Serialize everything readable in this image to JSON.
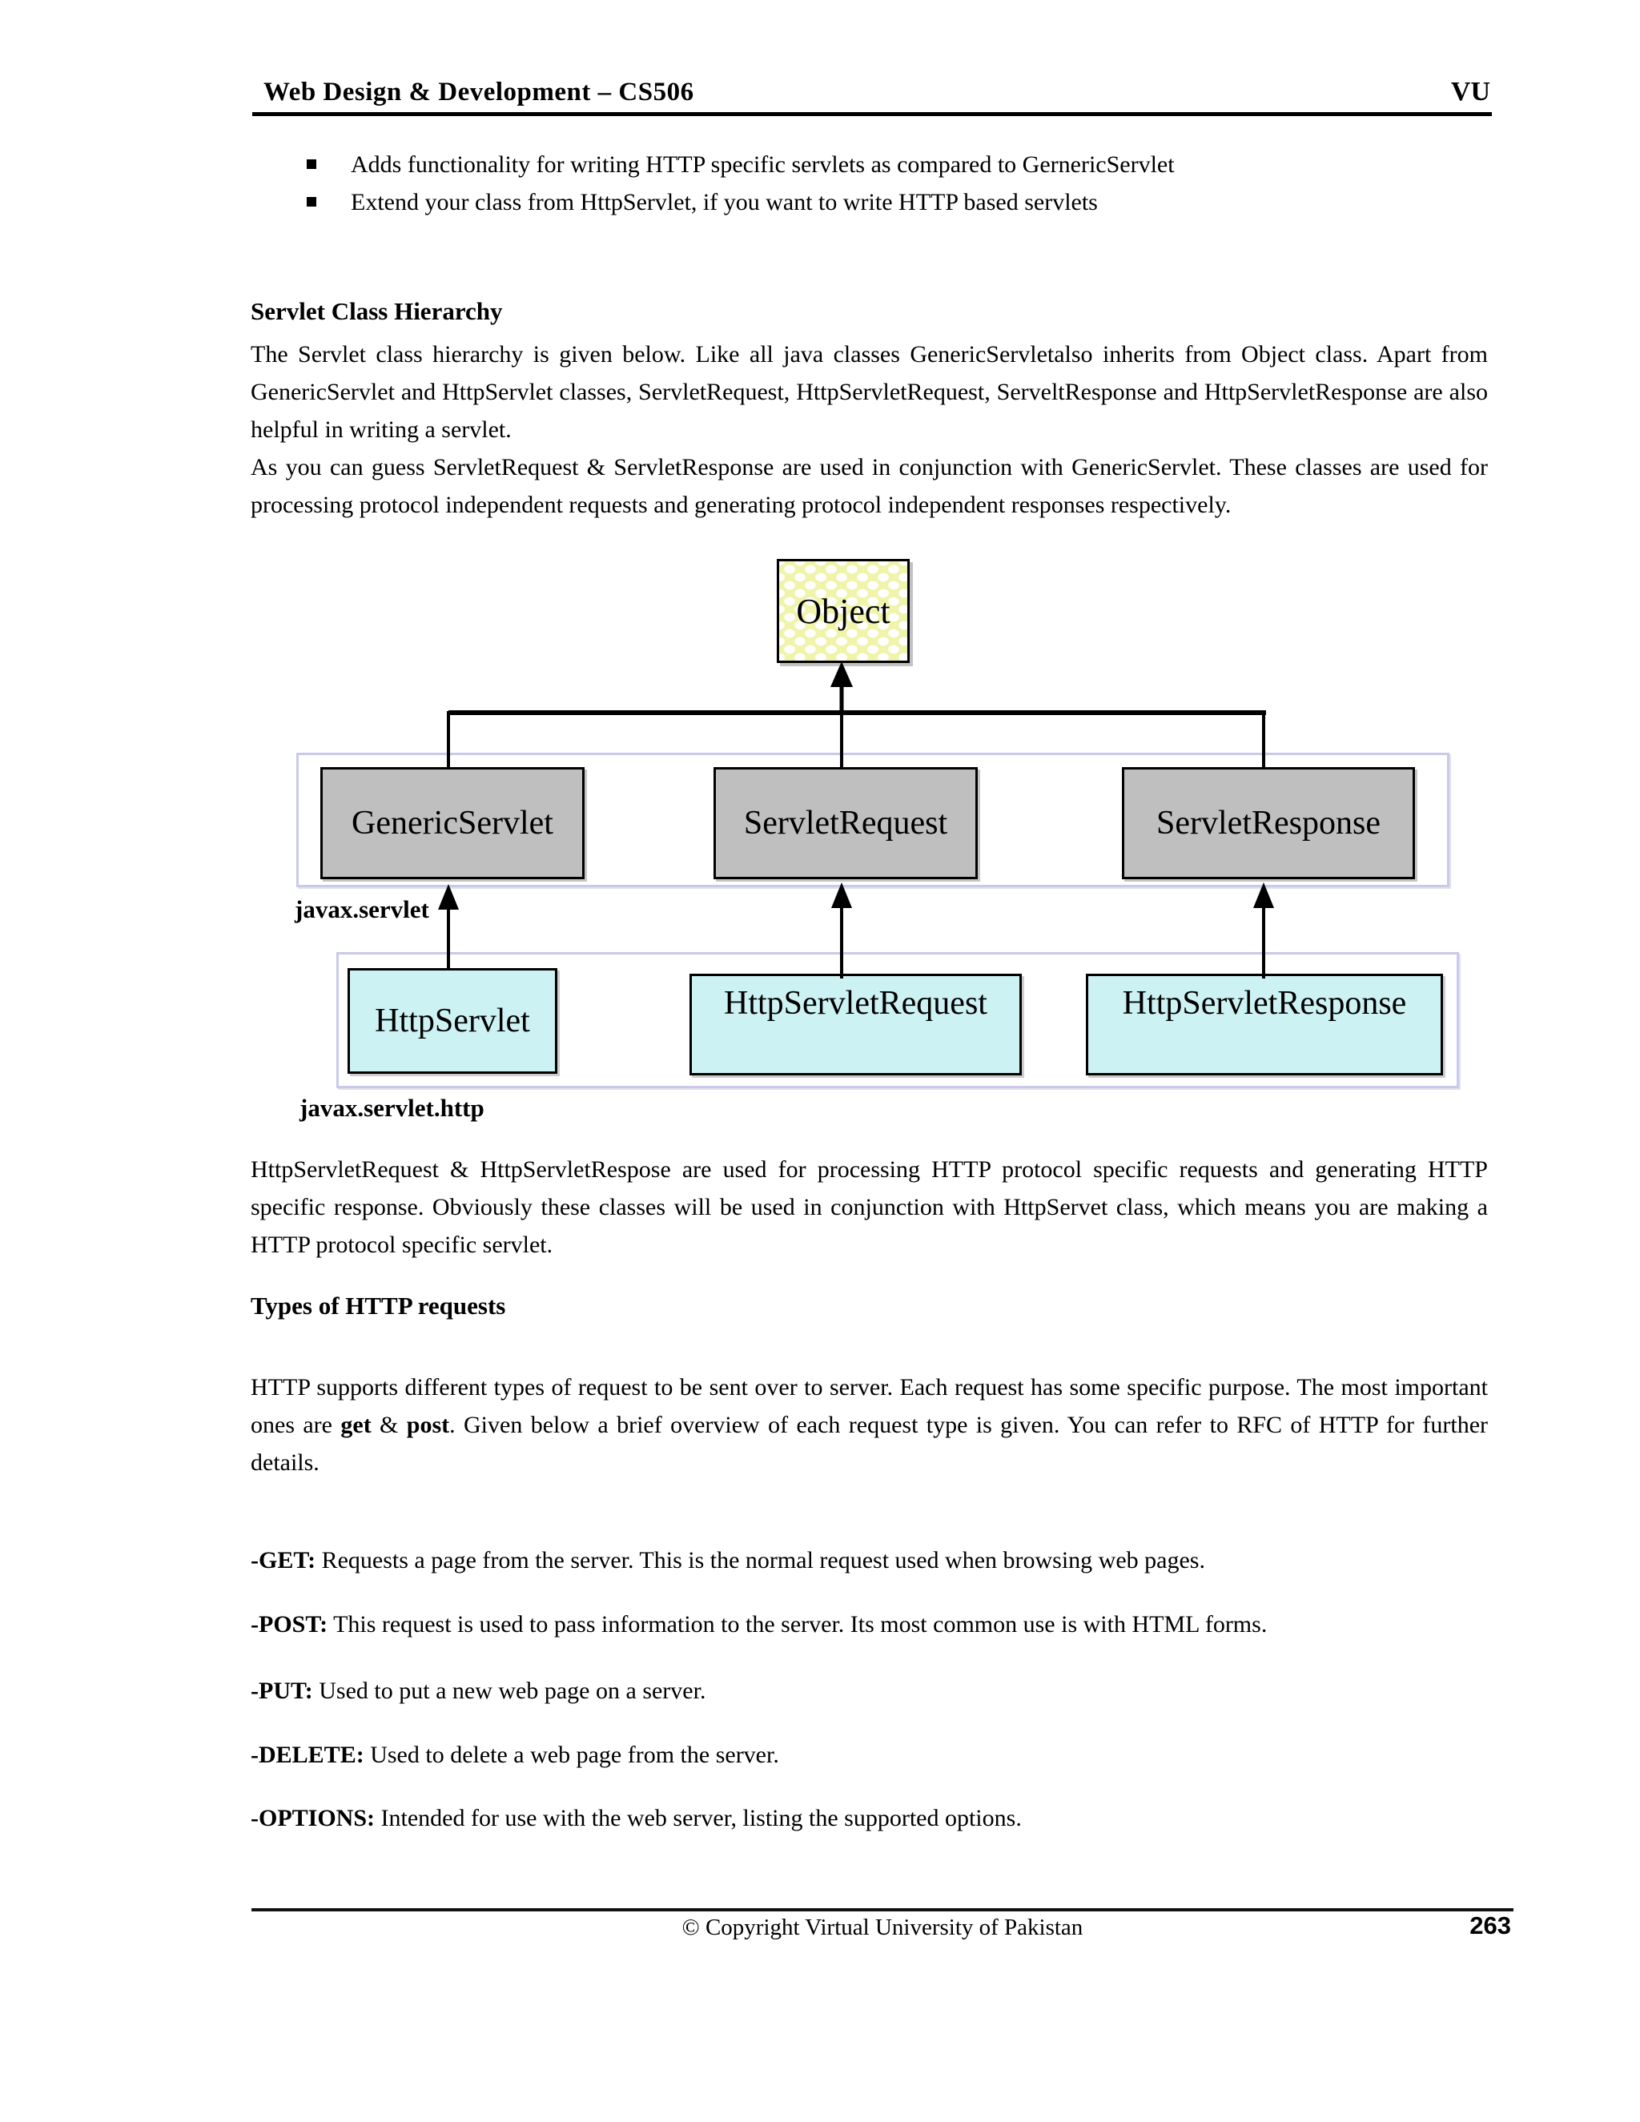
{
  "header": {
    "title": "Web Design & Development – CS506",
    "right_label": "VU"
  },
  "bullets": [
    "Adds functionality for writing HTTP specific servlets as compared to GernericServlet",
    "Extend your class from HttpServlet, if you want to write HTTP based servlets"
  ],
  "hierarchy_section": {
    "heading": "Servlet Class Hierarchy",
    "para1": "The Servlet class hierarchy is given below. Like all java classes GenericServletalso inherits from Object class. Apart from GenericServlet and HttpServlet classes, ServletRequest, HttpServletRequest, ServeltResponse and HttpServletResponse are also helpful in writing a servlet.",
    "para2": "As you can guess ServletRequest & ServletResponse are used in conjunction with GenericServlet. These classes are used for processing protocol independent requests and generating protocol independent responses respectively."
  },
  "diagram": {
    "object_label": "Object",
    "package_servlet": {
      "label": "javax.servlet",
      "boxes": [
        "GenericServlet",
        "ServletRequest",
        "ServletResponse"
      ]
    },
    "package_http": {
      "label": "javax.servlet.http",
      "boxes": [
        "HttpServlet",
        "HttpServletRequest",
        "HttpServletResponse"
      ]
    },
    "colors": {
      "object_fill": "#f0f4ab",
      "object_pattern_dot": "#ffffff",
      "class_box_fill": "#bfbfbf",
      "http_box_fill": "#cdf2f4",
      "package_frame_border": "#c9c9ea",
      "line_color": "#000000"
    }
  },
  "after_diagram_para": "HttpServletRequest & HttpServletRespose are used for processing HTTP protocol specific requests and generating HTTP specific response. Obviously these classes will be used in conjunction with HttpServet class, which means you are making a HTTP protocol specific servlet.",
  "http_requests": {
    "heading": "Types of HTTP requests",
    "intro_parts": [
      "HTTP supports different types of request to be sent over to server. Each request has some specific purpose. The most important ones are ",
      "get",
      " & ",
      "post",
      ". Given below a brief overview of each request type is given. You can refer to RFC of HTTP for further details."
    ],
    "items": [
      {
        "label": "-GET:",
        "text": " Requests a page from the server. This is the normal request used when browsing web pages."
      },
      {
        "label": "-POST:",
        "text": " This request is used to pass information to the server. Its most common use is with HTML forms."
      },
      {
        "label": "-PUT:",
        "text": " Used to put a new web page on a server."
      },
      {
        "label": "-DELETE:",
        "text": " Used to delete a web page from the server."
      },
      {
        "label": "-OPTIONS:",
        "text": " Intended for use with the web server, listing the supported options."
      }
    ]
  },
  "footer": {
    "copyright": "© Copyright Virtual University of Pakistan",
    "page_number": "263"
  }
}
